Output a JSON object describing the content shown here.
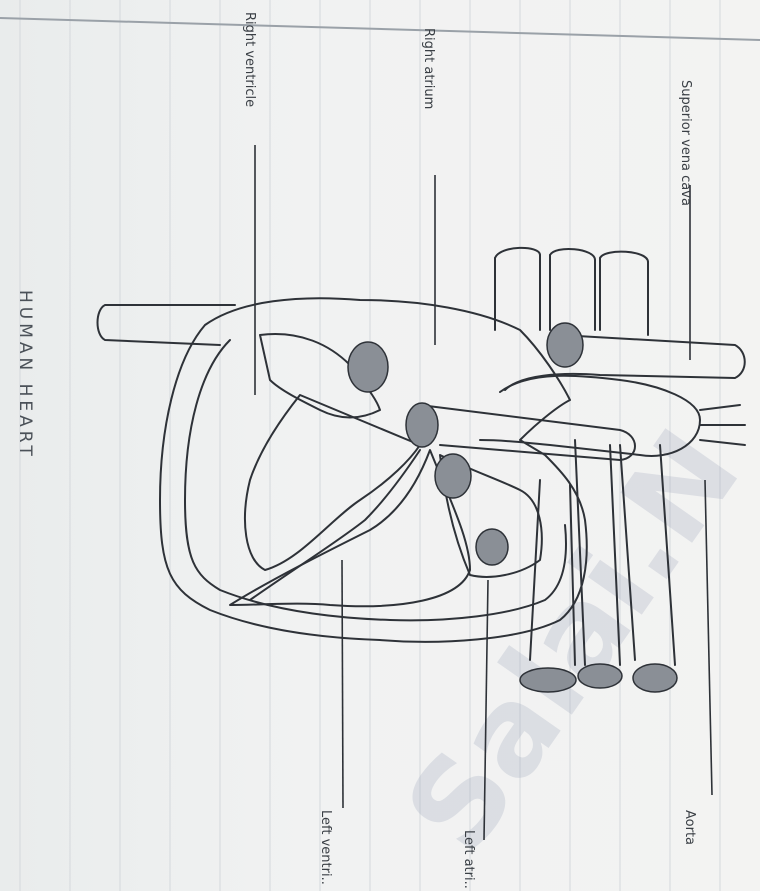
{
  "title": "HUMAN HEART",
  "labels": {
    "superior_vena_cava": "Superior vena cava",
    "right_atrium": "Right atrium",
    "right_ventricle": "Right ventricle",
    "aorta": "Aorta",
    "left_atrium": "Left atri..",
    "left_ventricle": "Left ventri.."
  },
  "watermark": "Salai.N",
  "colors": {
    "ink": "#2e3238",
    "paper": "#f1f2f2",
    "fill": "#8a8f96",
    "rule": "#d2d6da"
  }
}
